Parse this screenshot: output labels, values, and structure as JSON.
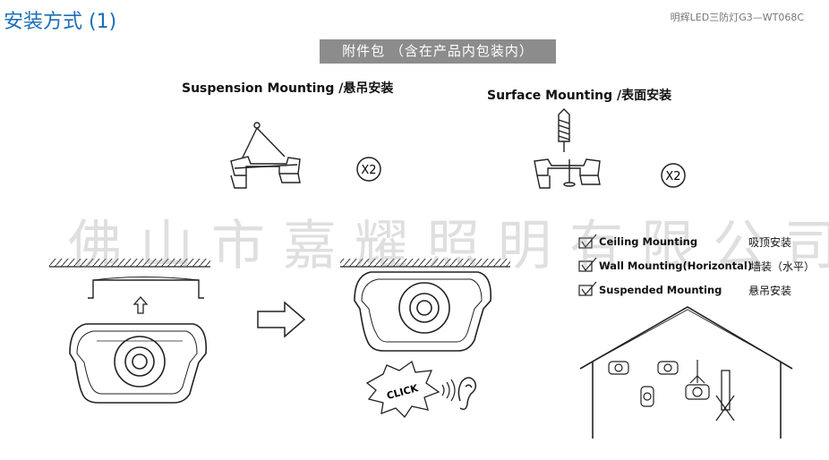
{
  "page": {
    "title": "安装方式 (1)",
    "model": "明辉LED三防灯G3—WT068C",
    "banner": "附件包 （含在产品内包装内）"
  },
  "sections": {
    "suspension": {
      "heading": "Suspension Mounting /悬吊安装",
      "qty": "X2"
    },
    "surface": {
      "heading": "Surface Mounting /表面安装",
      "qty": "X2"
    }
  },
  "watermark": "佛山市嘉耀照明有限公司",
  "click_label": "CLICK",
  "legend": [
    {
      "en": "Ceiling Mounting",
      "cn": "吸顶安装"
    },
    {
      "en": "Wall Mounting(Horizontal)",
      "cn": "墙装（水平）"
    },
    {
      "en": "Suspended Mounting",
      "cn": "悬吊安装"
    }
  ],
  "icons": [
    "checkbox-icon",
    "arrow-up-icon",
    "arrow-right-icon",
    "ear-icon",
    "click-burst-icon",
    "no-mount-x-icon"
  ]
}
